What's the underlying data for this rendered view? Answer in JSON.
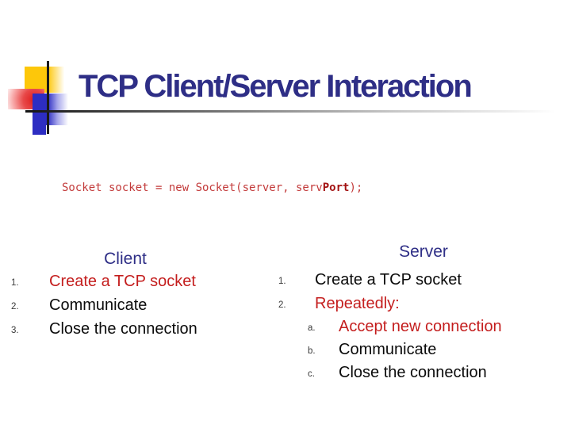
{
  "slide": {
    "title": "TCP Client/Server Interaction",
    "code": {
      "prefix": "Socket socket = new Socket(server, serv",
      "emphasis": "Port",
      "suffix": ");"
    },
    "client": {
      "heading": "Client",
      "items": [
        {
          "marker": "1.",
          "text": "Create a TCP socket",
          "color": "red"
        },
        {
          "marker": "2.",
          "text": "Communicate",
          "color": "black"
        },
        {
          "marker": "3.",
          "text": "Close the connection",
          "color": "black"
        }
      ]
    },
    "server": {
      "heading": "Server",
      "items": [
        {
          "marker": "1.",
          "text": "Create a TCP socket",
          "color": "black"
        },
        {
          "marker": "2.",
          "text": "Repeatedly:",
          "color": "red"
        }
      ],
      "sub_items": [
        {
          "marker": "a.",
          "text": "Accept new connection",
          "color": "red"
        },
        {
          "marker": "b.",
          "text": "Communicate",
          "color": "black"
        },
        {
          "marker": "c.",
          "text": "Close the connection",
          "color": "black"
        }
      ]
    },
    "colors": {
      "title_navy": "#2e2e86",
      "highlight_red": "#c41e1e",
      "body_black": "#0b0b0b",
      "code_red": "#c33b3b",
      "code_bold_red": "#a31212",
      "marker_gray": "#3a3a3a",
      "deco_yellow": "#fdc70a",
      "deco_blue": "#2d2dc2",
      "deco_red": "#e02020",
      "rule_gradient_start": "#141414",
      "rule_gradient_end": "#efefef"
    }
  }
}
